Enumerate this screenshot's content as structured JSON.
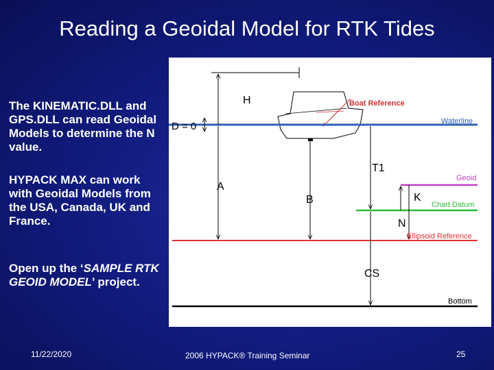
{
  "slide": {
    "title": "Reading a Geoidal Model for RTK Tides",
    "paragraph_1": "The KINEMATIC.DLL and GPS.DLL can read Geoidal Models to determine the N value.",
    "paragraph_2": "HYPACK MAX can work with Geoidal Models from the USA, Canada, UK and France.",
    "paragraph_3_prefix": "Open up the ‘",
    "paragraph_3_italic": "SAMPLE RTK GEOID MODEL",
    "paragraph_3_suffix": "’ project."
  },
  "diagram": {
    "labels": {
      "H": "H",
      "D0": "D = 0",
      "A": "A",
      "B": "B",
      "T1": "T1",
      "K": "K",
      "N": "N",
      "CS": "CS"
    },
    "lines": {
      "boat_reference": "Boat Reference",
      "waterline": "Waterline",
      "geoid": "Geoid",
      "chart_datum": "Chart Datum",
      "ellipsoid_reference": "Ellipsoid Reference",
      "bottom": "Bottom"
    },
    "colors": {
      "waterline": "#2f5fb5",
      "geoid": "#c040c8",
      "chart_datum": "#2dba3a",
      "ellipsoid": "#e03030",
      "boat_reference": "#d03030",
      "bottom": "#000000"
    }
  },
  "footer": {
    "date": "11/22/2020",
    "seminar": "2006 HYPACK® Training Seminar",
    "page": "25"
  }
}
